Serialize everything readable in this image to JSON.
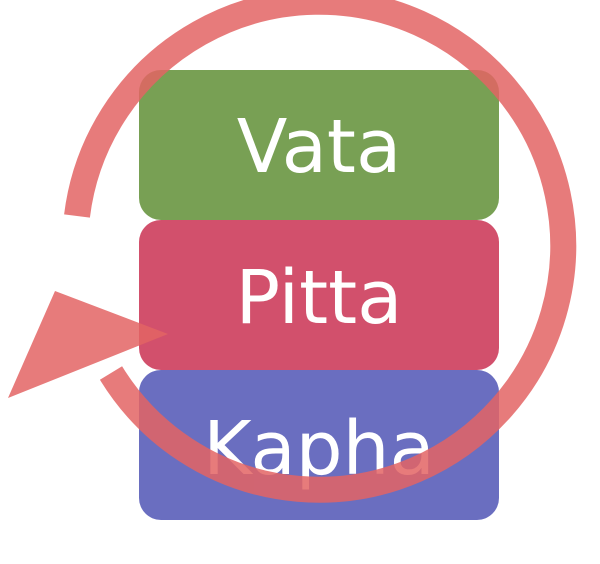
{
  "diagram": {
    "layers": [
      {
        "label": "Vata",
        "color": "#78a054"
      },
      {
        "label": "Pitta",
        "color": "#d2506c"
      },
      {
        "label": "Kapha",
        "color": "#6a6ec0"
      }
    ],
    "cycle_arrow": {
      "color": "#e36464",
      "direction": "clockwise"
    }
  }
}
